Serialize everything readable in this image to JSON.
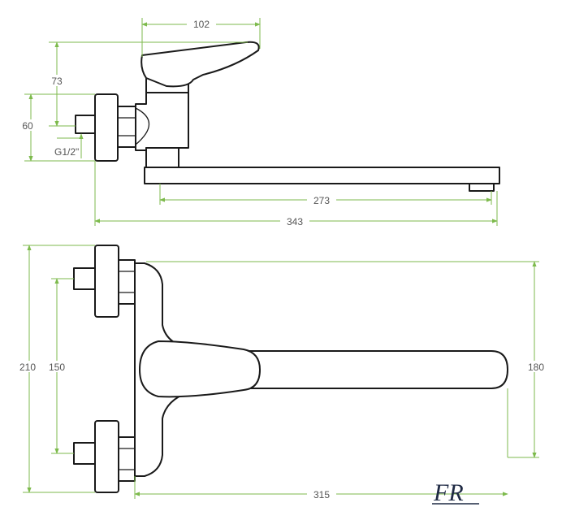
{
  "side_view": {
    "dims": {
      "handle_width": "102",
      "height_top": "73",
      "height_inlet": "60",
      "thread": "G1/2\"",
      "spout_reach": "273",
      "total_length": "343"
    }
  },
  "top_view": {
    "dims": {
      "total_height": "210",
      "inlet_spacing": "150",
      "spout_width": "180",
      "spout_length": "315"
    }
  },
  "logo": {
    "text": "FR",
    "color": "#1f2a44"
  },
  "colors": {
    "dimension": "#7dba4c",
    "outline": "#1a1a1a",
    "text": "#555555"
  }
}
